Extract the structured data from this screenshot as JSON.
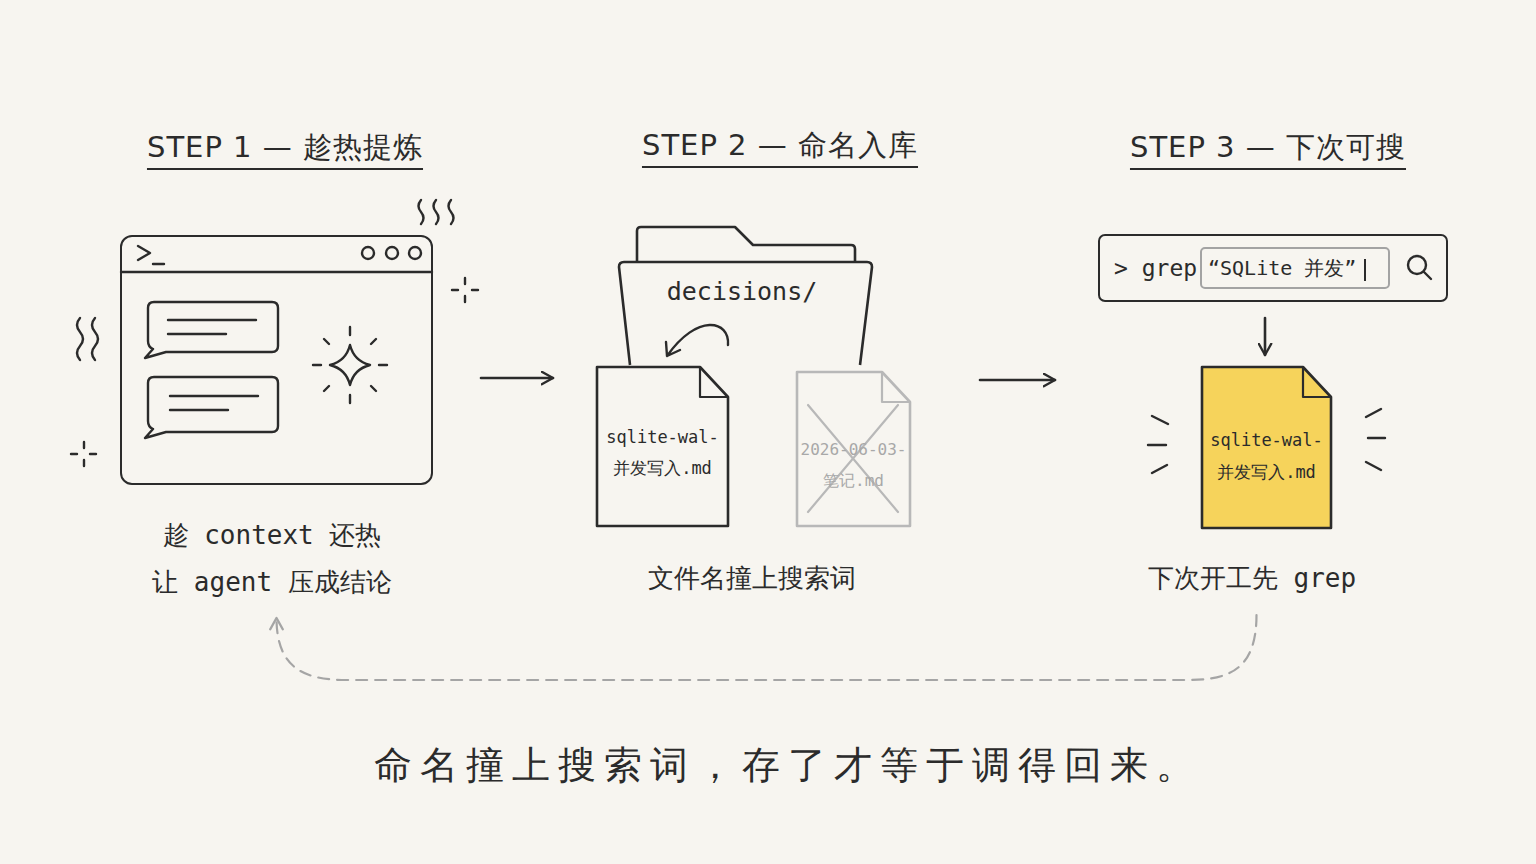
{
  "diagram": {
    "caption": "命名撞上搜索词，存了才等于调得回来。",
    "nodes": [
      {
        "text": [
          "STEP 1 — 趁热提炼",
          "趁 context 还热 让 agent 压成结论"
        ]
      },
      {
        "text": [
          "STEP 2 — 命名入库",
          "decisions/"
        ]
      },
      {
        "text": [
          "sqlite-wal-并发写入.md"
        ]
      },
      {
        "text": [
          "2026-06-03-笔记.md"
        ]
      },
      {
        "text": [
          "STEP 3 — 下次可搜",
          "> grep"
        ]
      },
      {
        "text": [
          "“SQLite 并发”"
        ],
        "in": 4
      },
      {
        "text": [
          "sqlite-wal-并发写入.md",
          "下次开工先 grep"
        ]
      }
    ],
    "edges": [
      {
        "from": 0,
        "to": 2,
        "arrow": "to"
      },
      {
        "from": 3,
        "to": 6,
        "arrow": "to"
      },
      {
        "from": 4,
        "to": 6,
        "arrow": "to"
      },
      {
        "from": 6,
        "to": 0,
        "arrow": "to"
      }
    ],
    "labels": [
      "文件名撞上搜索词"
    ]
  }
}
